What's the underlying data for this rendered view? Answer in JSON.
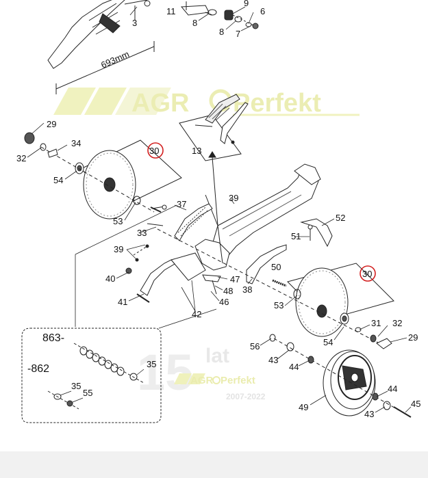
{
  "watermark": {
    "brand_left": "AGR",
    "brand_right": "Perfekt",
    "anniversary_number": "15",
    "anniversary_word": "lat",
    "years": "2007-2022",
    "color": "#e8eba6"
  },
  "dimension_label": "693mm",
  "highlight_color": "#d21e1e",
  "highlighted_part": "30",
  "inset": {
    "label_top": "863-",
    "label_bottom": "-862",
    "parts": [
      "35",
      "35",
      "55"
    ]
  },
  "part_numbers": [
    "3",
    "11",
    "9",
    "6",
    "8",
    "8",
    "7",
    "29",
    "34",
    "32",
    "54",
    "30",
    "13",
    "39",
    "37",
    "53",
    "52",
    "33",
    "51",
    "39",
    "50",
    "40",
    "47",
    "48",
    "41",
    "46",
    "38",
    "30",
    "53",
    "42",
    "31",
    "32",
    "54",
    "29",
    "56",
    "43",
    "44",
    "44",
    "49",
    "43",
    "45"
  ]
}
